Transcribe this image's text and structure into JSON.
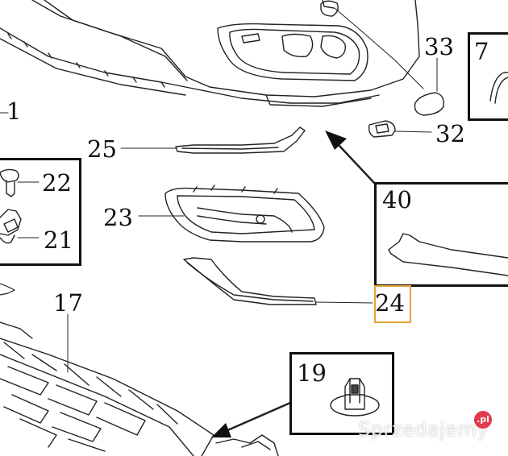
{
  "labels": {
    "p1": "1",
    "p7": "7",
    "p17": "17",
    "p19": "19",
    "p21": "21",
    "p22": "22",
    "p23": "23",
    "p24": "24",
    "p25": "25",
    "p32": "32",
    "p33": "33",
    "p40": "40"
  },
  "watermark": {
    "text": "Sprzedajemy",
    "badge": ".pl"
  }
}
